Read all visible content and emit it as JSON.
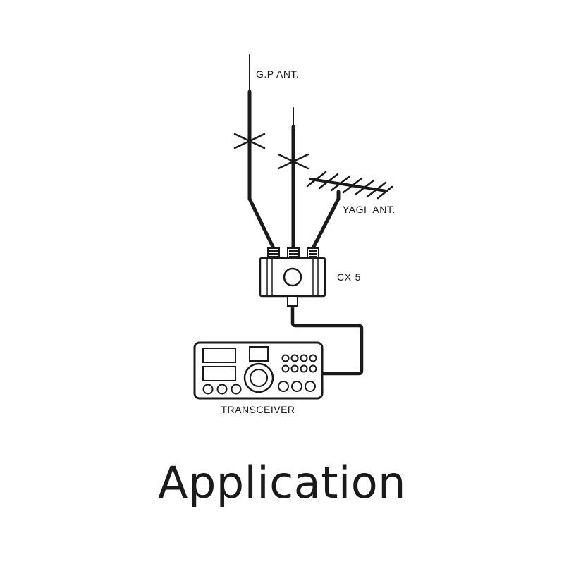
{
  "labels": {
    "gp_antenna": "G.P ANT.",
    "yagi_antenna": "YAGI  ANT.",
    "switch": "CX-5",
    "transceiver": "TRANSCEIVER"
  },
  "caption": "Application",
  "colors": {
    "line": "#1a1a1a",
    "background": "#ffffff"
  }
}
